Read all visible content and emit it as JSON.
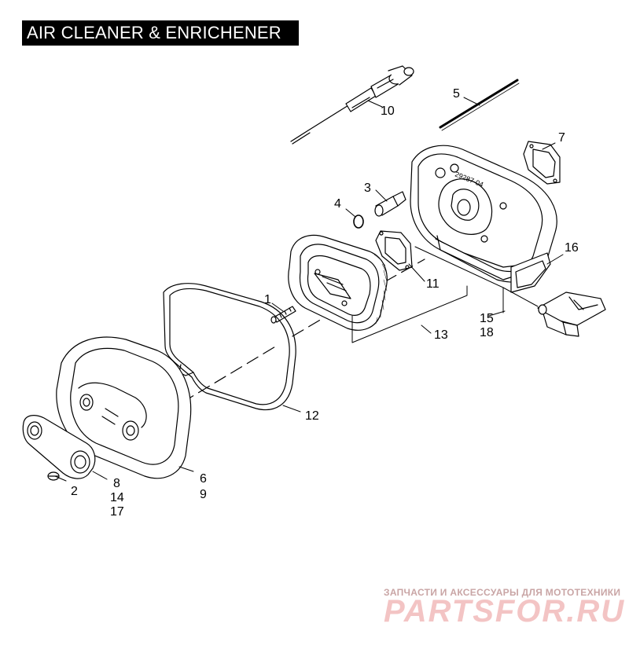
{
  "title": "AIR CLEANER & ENRICHENER",
  "callouts": {
    "c1": "1",
    "c2": "2",
    "c3": "3",
    "c4": "4",
    "c5": "5",
    "c6": "6",
    "c7": "7",
    "c8": "8",
    "c9": "9",
    "c10": "10",
    "c11": "11",
    "c12": "12",
    "c13": "13",
    "c14": "14",
    "c15": "15",
    "c16": "16",
    "c17": "17",
    "c18": "18"
  },
  "part_marking": "29287-04",
  "watermark": {
    "line1": "ЗАПЧАСТИ И АКСЕССУАРЫ ДЛЯ МОТОТЕХНИКИ",
    "line2": "PARTSFOR.RU"
  }
}
